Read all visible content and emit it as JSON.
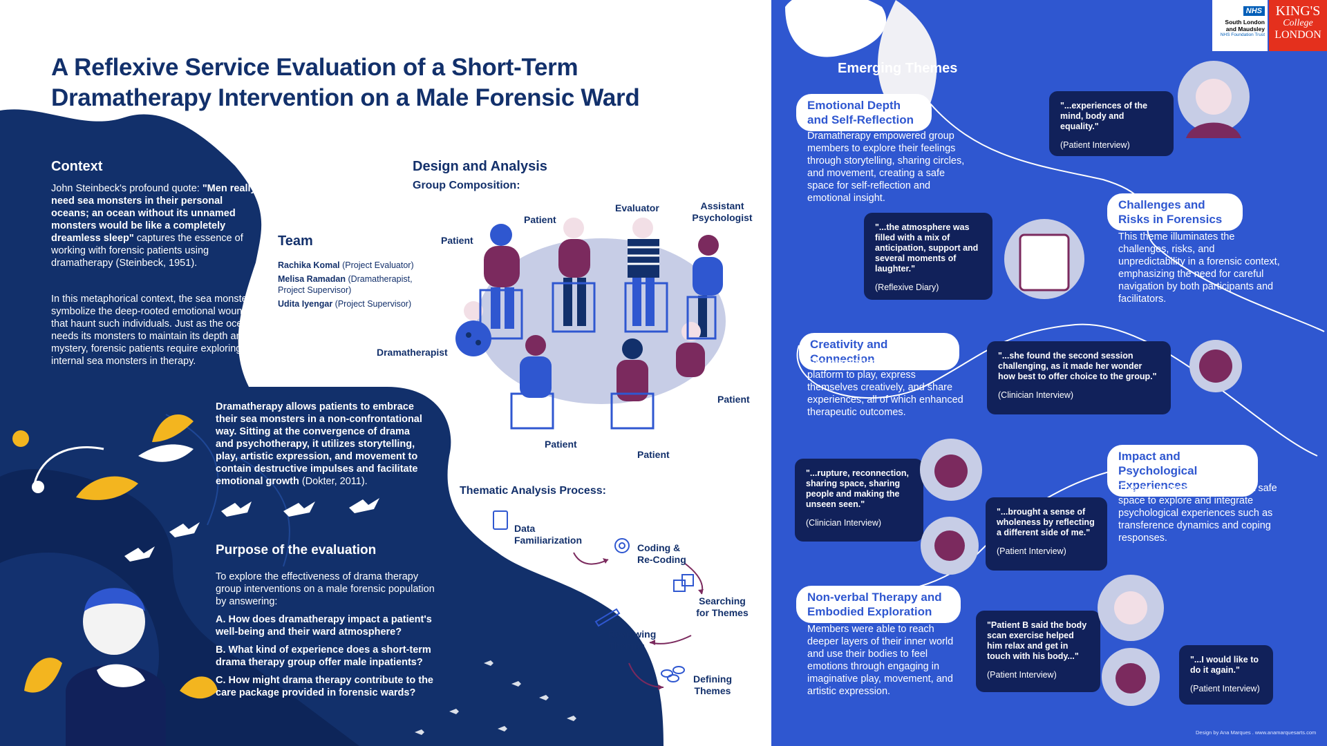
{
  "title": "A Reflexive Service Evaluation of a Short-Term Dramatherapy Intervention on a Male Forensic Ward",
  "context": {
    "heading": "Context",
    "p1_intro": "John Steinbeck's profound quote:",
    "p1_quote": "\"Men really need sea monsters in their personal oceans; an ocean without its unnamed monsters would be like a completely dreamless sleep\"",
    "p1_rest": "captures the essence of working with forensic patients using dramatherapy (Steinbeck, 1951).",
    "p2": "In this metaphorical context, the sea monsters symbolize the deep-rooted emotional wounds that haunt such individuals. Just as the ocean needs its monsters to maintain its depth and mystery, forensic patients require exploring their internal sea monsters in therapy.",
    "p3_bold": "Dramatherapy allows patients to embrace their sea monsters in a non-confrontational way. Sitting at the convergence of drama and psychotherapy, it utilizes storytelling, play, artistic expression, and movement to contain destructive impulses and facilitate emotional growth",
    "p3_cite": "(Dokter, 2011)."
  },
  "team": {
    "heading": "Team",
    "members": [
      {
        "name": "Rachika Komal",
        "role": "(Project Evaluator)"
      },
      {
        "name": "Melisa Ramadan",
        "role": "(Dramatherapist, Project Supervisor)"
      },
      {
        "name": "Udita Iyengar",
        "role": "(Project Supervisor)"
      }
    ]
  },
  "design": {
    "heading": "Design and Analysis",
    "subheading": "Group Composition:",
    "labels": {
      "patient1": "Patient",
      "patient2": "Patient",
      "evaluator": "Evaluator",
      "assistant": "Assistant Psychologist",
      "dramatherapist": "Dramatherapist",
      "patient3": "Patient",
      "patient4": "Patient",
      "patient5": "Patient"
    }
  },
  "thematic": {
    "heading": "Thematic Analysis Process:",
    "steps": [
      "Data Familiarization",
      "Coding & Re-Coding",
      "Searching for Themes",
      "Reviewing Themes",
      "Defining Themes"
    ]
  },
  "purpose": {
    "heading": "Purpose of the evaluation",
    "intro": "To explore the effectiveness of drama therapy group interventions on a male forensic population by answering:",
    "questions": [
      "A. How does dramatherapy impact a patient's well-being and their ward atmosphere?",
      "B. What kind of experience does a short-term drama therapy group offer male inpatients?",
      "C. How might drama therapy contribute to the care package provided in forensic wards?"
    ]
  },
  "themes": {
    "heading": "Emerging Themes",
    "items": [
      {
        "title": "Emotional Depth and Self-Reflection",
        "text": "Dramatherapy empowered group members to explore their feelings through storytelling, sharing circles, and movement, creating a safe space for self-reflection and emotional insight."
      },
      {
        "title": "Challenges and Risks in Forensics",
        "text": "This theme illuminates the challenges, risks, and unpredictability in a forensic context, emphasizing the need for careful navigation by both participants and facilitators."
      },
      {
        "title": "Creativity and Connection",
        "text": "Group members felt they had a platform to play, express themselves creatively, and share experiences, all of which enhanced therapeutic outcomes."
      },
      {
        "title": "Impact and Psychological Experiences",
        "text": "The group sessions provided a safe space to explore and integrate psychological experiences such as transference dynamics and coping responses."
      },
      {
        "title": "Non-verbal Therapy and Embodied Exploration",
        "text": "Members were able to reach deeper layers of their inner world and use their bodies to feel emotions through engaging in imaginative play, movement, and artistic expression."
      }
    ],
    "quotes": [
      {
        "quote": "\"...experiences of the mind, body and equality.\"",
        "source": "(Patient Interview)"
      },
      {
        "quote": "\"...the atmosphere was filled with a mix of anticipation, support and several moments of laughter.\"",
        "source": "(Reflexive Diary)"
      },
      {
        "quote": "\"...she found the second session challenging, as it made her wonder how best to offer choice to the group.\"",
        "source": "(Clinician Interview)"
      },
      {
        "quote": "\"...rupture, reconnection, sharing space, sharing people and making the unseen seen.\"",
        "source": "(Clinician Interview)"
      },
      {
        "quote": "\"...brought a sense of wholeness by reflecting a different side of me.\"",
        "source": "(Patient Interview)"
      },
      {
        "quote": "\"Patient B said the body scan exercise helped him relax and get in touch with his body...\"",
        "source": "(Patient Interview)"
      },
      {
        "quote": "\"...I would like to do it again.\"",
        "source": "(Patient Interview)"
      }
    ]
  },
  "logos": {
    "nhs_mark": "NHS",
    "nhs_line1": "South London",
    "nhs_line2": "and Maudsley",
    "nhs_line3": "NHS Foundation Trust",
    "kcl_line1": "KING'S",
    "kcl_line2": "College",
    "kcl_line3": "LONDON"
  },
  "credit": "Design by Ana Marques . www.anamarquesarts.com",
  "colors": {
    "navy": "#12306b",
    "blue": "#2f57d0",
    "dark": "#11215a",
    "yellow": "#f3b51f",
    "plum": "#7b2a5e"
  }
}
